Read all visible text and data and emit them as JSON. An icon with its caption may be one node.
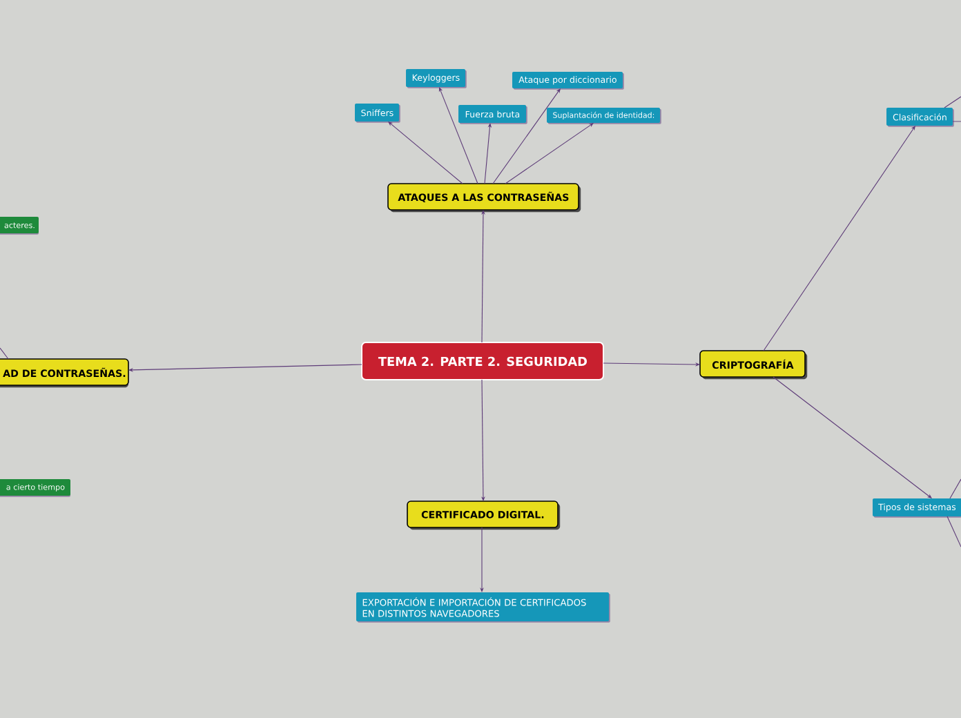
{
  "diagram": {
    "nodes": [
      {
        "text": [
          "TEMA 2. PARTE 2. SEGURIDAD"
        ]
      },
      {
        "text": [
          "ATAQUES A LAS CONTRASEÑAS"
        ]
      },
      {
        "text": [
          "Sniffers"
        ]
      },
      {
        "text": [
          "Keyloggers"
        ]
      },
      {
        "text": [
          "Fuerza bruta"
        ]
      },
      {
        "text": [
          "Ataque por diccionario"
        ]
      },
      {
        "text": [
          "Suplantación de identidad:"
        ]
      },
      {
        "text": [
          "CRIPTOGRAFÍA"
        ]
      },
      {
        "text": [
          "Clasificación"
        ]
      },
      {
        "text": [
          "Tipos de sistemas"
        ]
      },
      {
        "text": [
          "CERTIFICADO DIGITAL."
        ]
      },
      {
        "text": [
          "EXPORTACIÓN E IMPORTACIÓN DE CERTIFICADOS EN DISTINTOS NAVEGADORES"
        ]
      },
      {
        "text": [
          "AD DE CONTRASEÑAS."
        ]
      },
      {
        "text": [
          "acteres."
        ]
      },
      {
        "text": [
          "a cierto tiempo"
        ]
      }
    ],
    "edges": [
      {
        "from": 0,
        "to": 1,
        "arrow": "to"
      },
      {
        "from": 1,
        "to": 2,
        "arrow": "to"
      },
      {
        "from": 1,
        "to": 3,
        "arrow": "to"
      },
      {
        "from": 1,
        "to": 4,
        "arrow": "to"
      },
      {
        "from": 1,
        "to": 5,
        "arrow": "to"
      },
      {
        "from": 1,
        "to": 6,
        "arrow": "to"
      },
      {
        "from": 0,
        "to": 7,
        "arrow": "to"
      },
      {
        "from": 7,
        "to": 8,
        "arrow": "to"
      },
      {
        "from": 7,
        "to": 9,
        "arrow": "to"
      },
      {
        "from": 0,
        "to": 10,
        "arrow": "to"
      },
      {
        "from": 10,
        "to": 11,
        "arrow": "to"
      },
      {
        "from": 0,
        "to": 12,
        "arrow": "to"
      },
      {
        "from": 8,
        "to": null,
        "arrow": "none"
      },
      {
        "from": 8,
        "to": null,
        "arrow": "none"
      },
      {
        "from": 9,
        "to": null,
        "arrow": "none"
      },
      {
        "from": 9,
        "to": null,
        "arrow": "none"
      },
      {
        "from": 12,
        "to": null,
        "arrow": "none"
      }
    ]
  }
}
